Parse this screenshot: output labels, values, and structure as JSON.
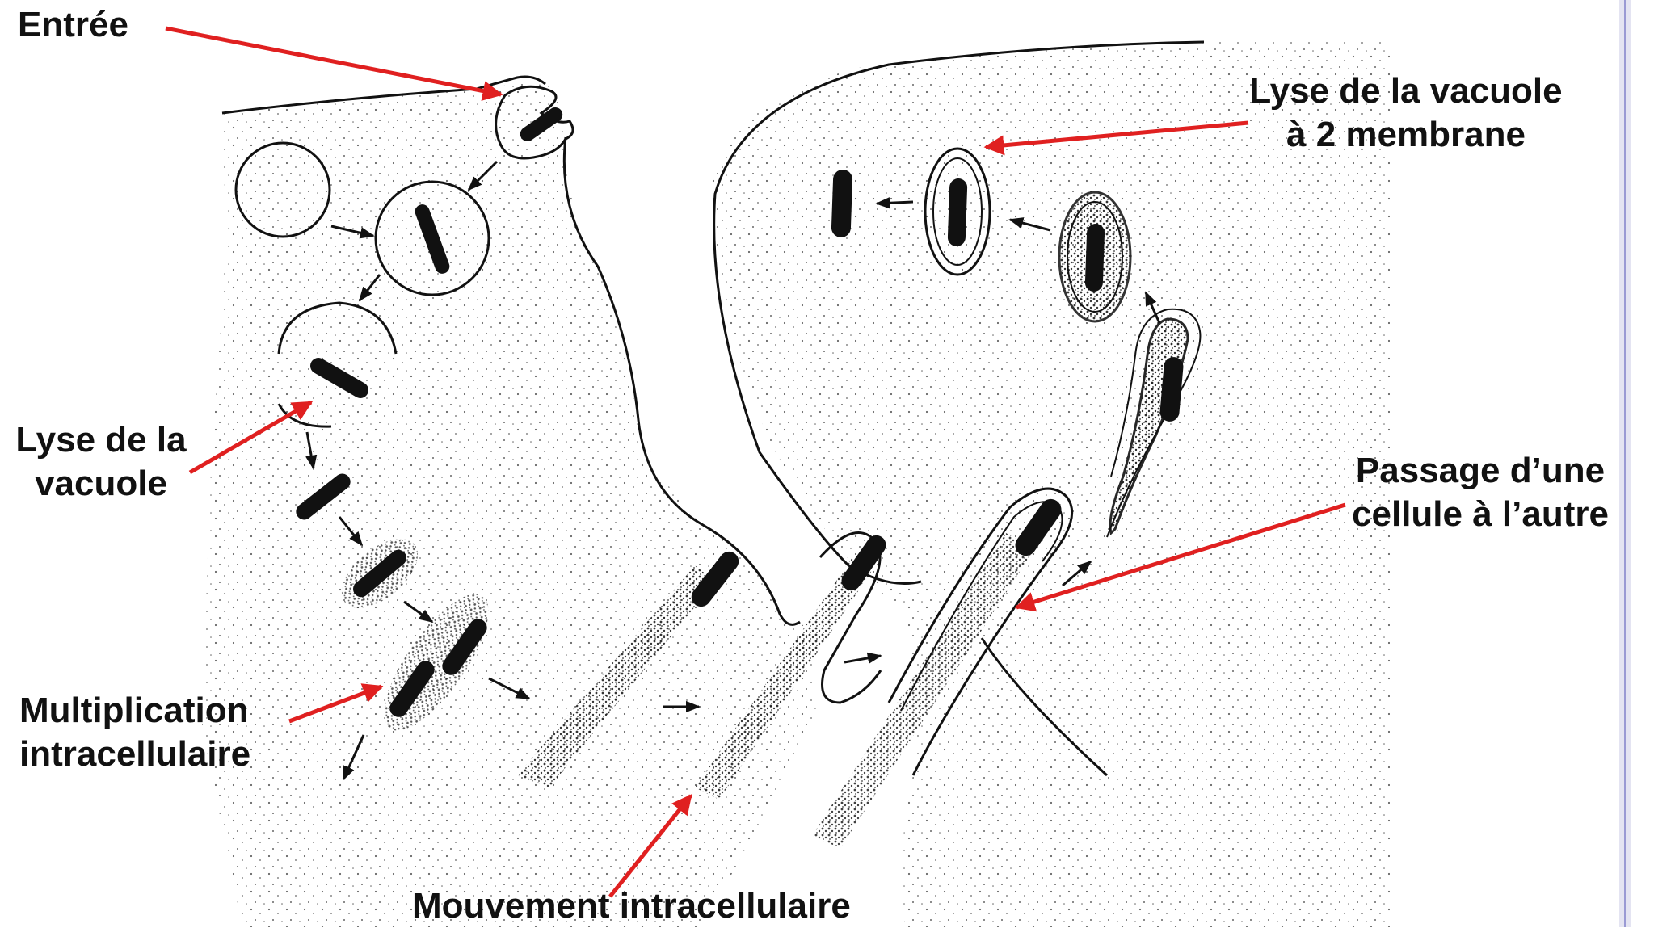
{
  "labels": {
    "entree": "Entrée",
    "lyse_vacuole_1": "Lyse de la",
    "lyse_vacuole_2": "vacuole",
    "multiplication_1": "Multiplication",
    "multiplication_2": "intracellulaire",
    "mouvement": "Mouvement intracellulaire",
    "lyse_2membrane_1": "Lyse de la vacuole",
    "lyse_2membrane_2": "à 2 membrane",
    "passage_1": "Passage d’une",
    "passage_2": "cellule à l’autre"
  },
  "colors": {
    "arrow": "#e02020",
    "ink": "#111111",
    "accent_bar": "#9a9ad4"
  }
}
